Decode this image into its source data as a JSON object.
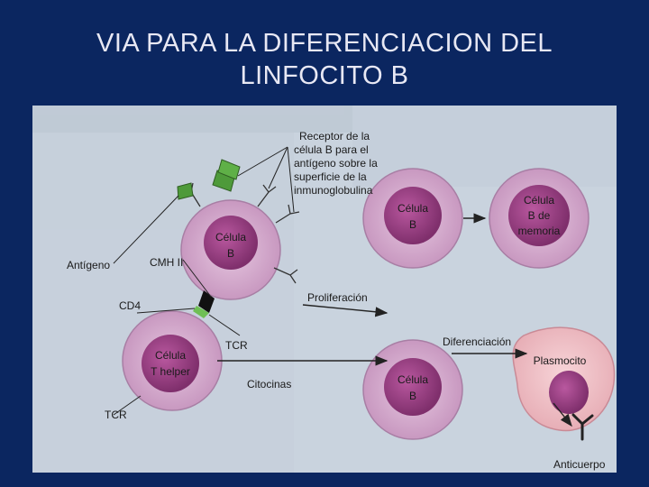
{
  "slide": {
    "title_line1": "VIA PARA LA DIFERENCIACION DEL",
    "title_line2": "LINFOCITO B"
  },
  "diagram": {
    "labels": {
      "receptor_line1": "Receptor de la",
      "receptor_line2": "célula B para el",
      "receptor_line3": "antígeno sobre la",
      "receptor_line4": "superficie de la",
      "receptor_line5": "inmunoglobulina",
      "antigeno": "Antígeno",
      "cmh": "CMH II",
      "cd4": "CD4",
      "tcr_top": "TCR",
      "tcr_bottom": "TCR",
      "proliferacion": "Proliferación",
      "citocinas": "Citocinas",
      "diferenciacion": "Diferenciación",
      "plasmocito": "Plasmocito",
      "anticuerpo": "Anticuerpo",
      "cell_b_main_1": "Célula",
      "cell_b_main_2": "B",
      "cell_th_1": "Célula",
      "cell_th_2": "T helper",
      "cell_b_top_1": "Célula",
      "cell_b_top_2": "B",
      "cell_mem_1": "Célula",
      "cell_mem_2": "B de",
      "cell_mem_3": "memoria",
      "cell_b_bottom_1": "Célula",
      "cell_b_bottom_2": "B"
    },
    "colors": {
      "cell_outer": "#cfa3c9",
      "cell_inner": "#9a3f83",
      "plasmocito": "#f2c6cc",
      "antigen": "#4e9a3a",
      "background": "#c9d3de"
    }
  }
}
